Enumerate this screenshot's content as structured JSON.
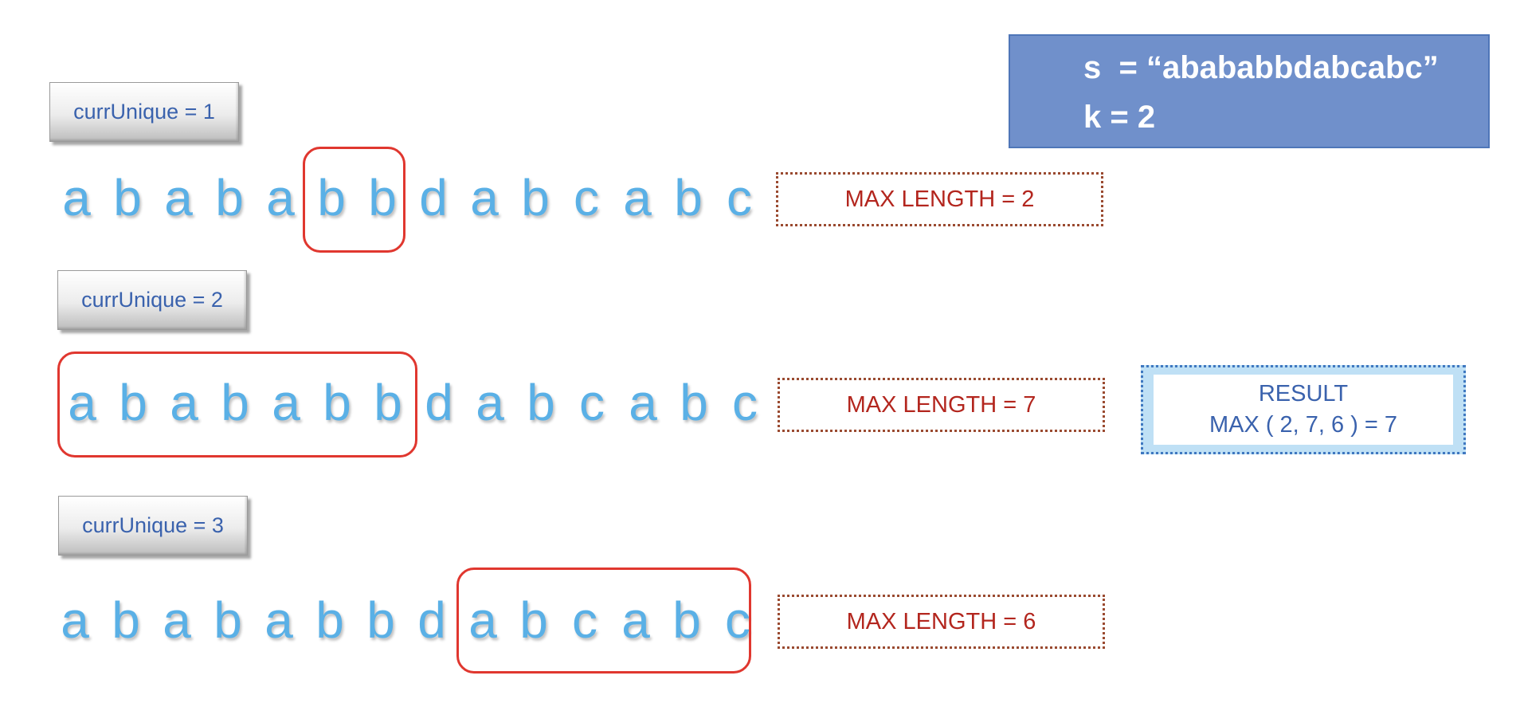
{
  "info": {
    "s_line": "s  = “abababbdabcabc”",
    "k_line": "k = 2"
  },
  "rows": [
    {
      "unique_label": "currUnique = 1",
      "letters": [
        "a",
        "b",
        "a",
        "b",
        "a",
        "b",
        "b",
        "d",
        "a",
        "b",
        "c",
        "a",
        "b",
        "c"
      ],
      "max_label": "MAX LENGTH = 2"
    },
    {
      "unique_label": "currUnique = 2",
      "letters": [
        "a",
        "b",
        "a",
        "b",
        "a",
        "b",
        "b",
        "d",
        "a",
        "b",
        "c",
        "a",
        "b",
        "c"
      ],
      "max_label": "MAX LENGTH = 7"
    },
    {
      "unique_label": "currUnique = 3",
      "letters": [
        "a",
        "b",
        "a",
        "b",
        "a",
        "b",
        "b",
        "d",
        "a",
        "b",
        "c",
        "a",
        "b",
        "c"
      ],
      "max_label": "MAX LENGTH = 6"
    }
  ],
  "result": {
    "title": "RESULT",
    "expression": "MAX ( 2, 7, 6 ) = 7"
  }
}
